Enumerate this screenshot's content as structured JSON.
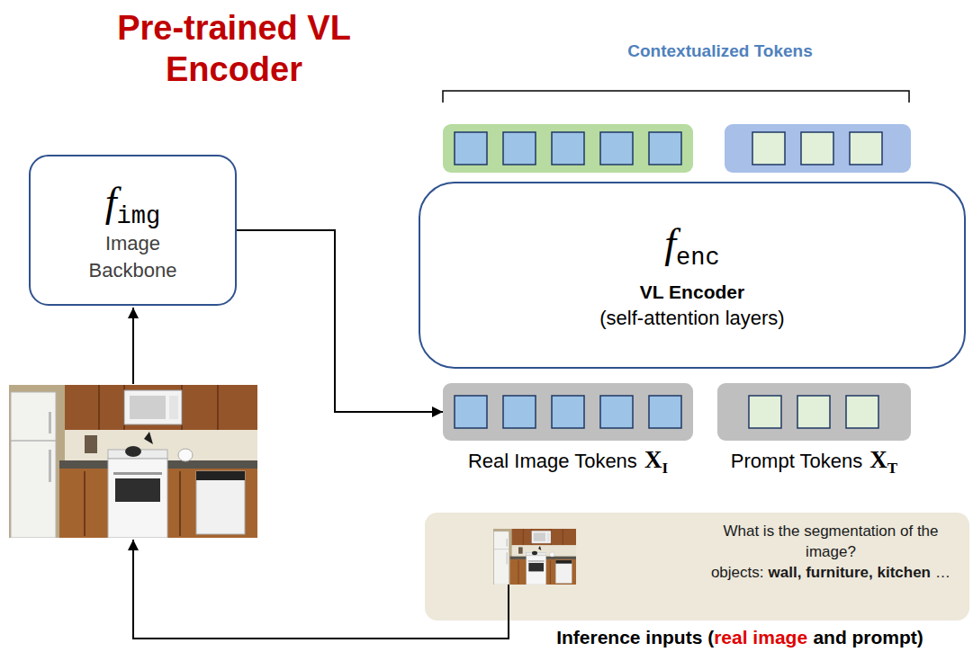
{
  "diagram": {
    "title": "Pre-trained VL Encoder",
    "nodes": [
      {
        "text": [
          "f",
          "img",
          "Image Backbone"
        ]
      },
      {
        "text": [
          "f",
          "enc",
          "VL Encoder",
          "(self-attention layers)"
        ]
      },
      {
        "text": [
          "Real Image Tokens",
          "X",
          "I"
        ]
      },
      {
        "text": [
          "Prompt Tokens",
          "X",
          "T"
        ]
      },
      {
        "text": [
          "What is the segmentation of the image?",
          "objects:",
          "wall, furniture, kitchen",
          "…"
        ]
      }
    ],
    "edges": [
      {
        "from": 0,
        "to": 2,
        "arrow": "to"
      }
    ],
    "labels": [
      "Contextualized Tokens",
      "Inference inputs (",
      "real image",
      "and prompt)"
    ]
  }
}
